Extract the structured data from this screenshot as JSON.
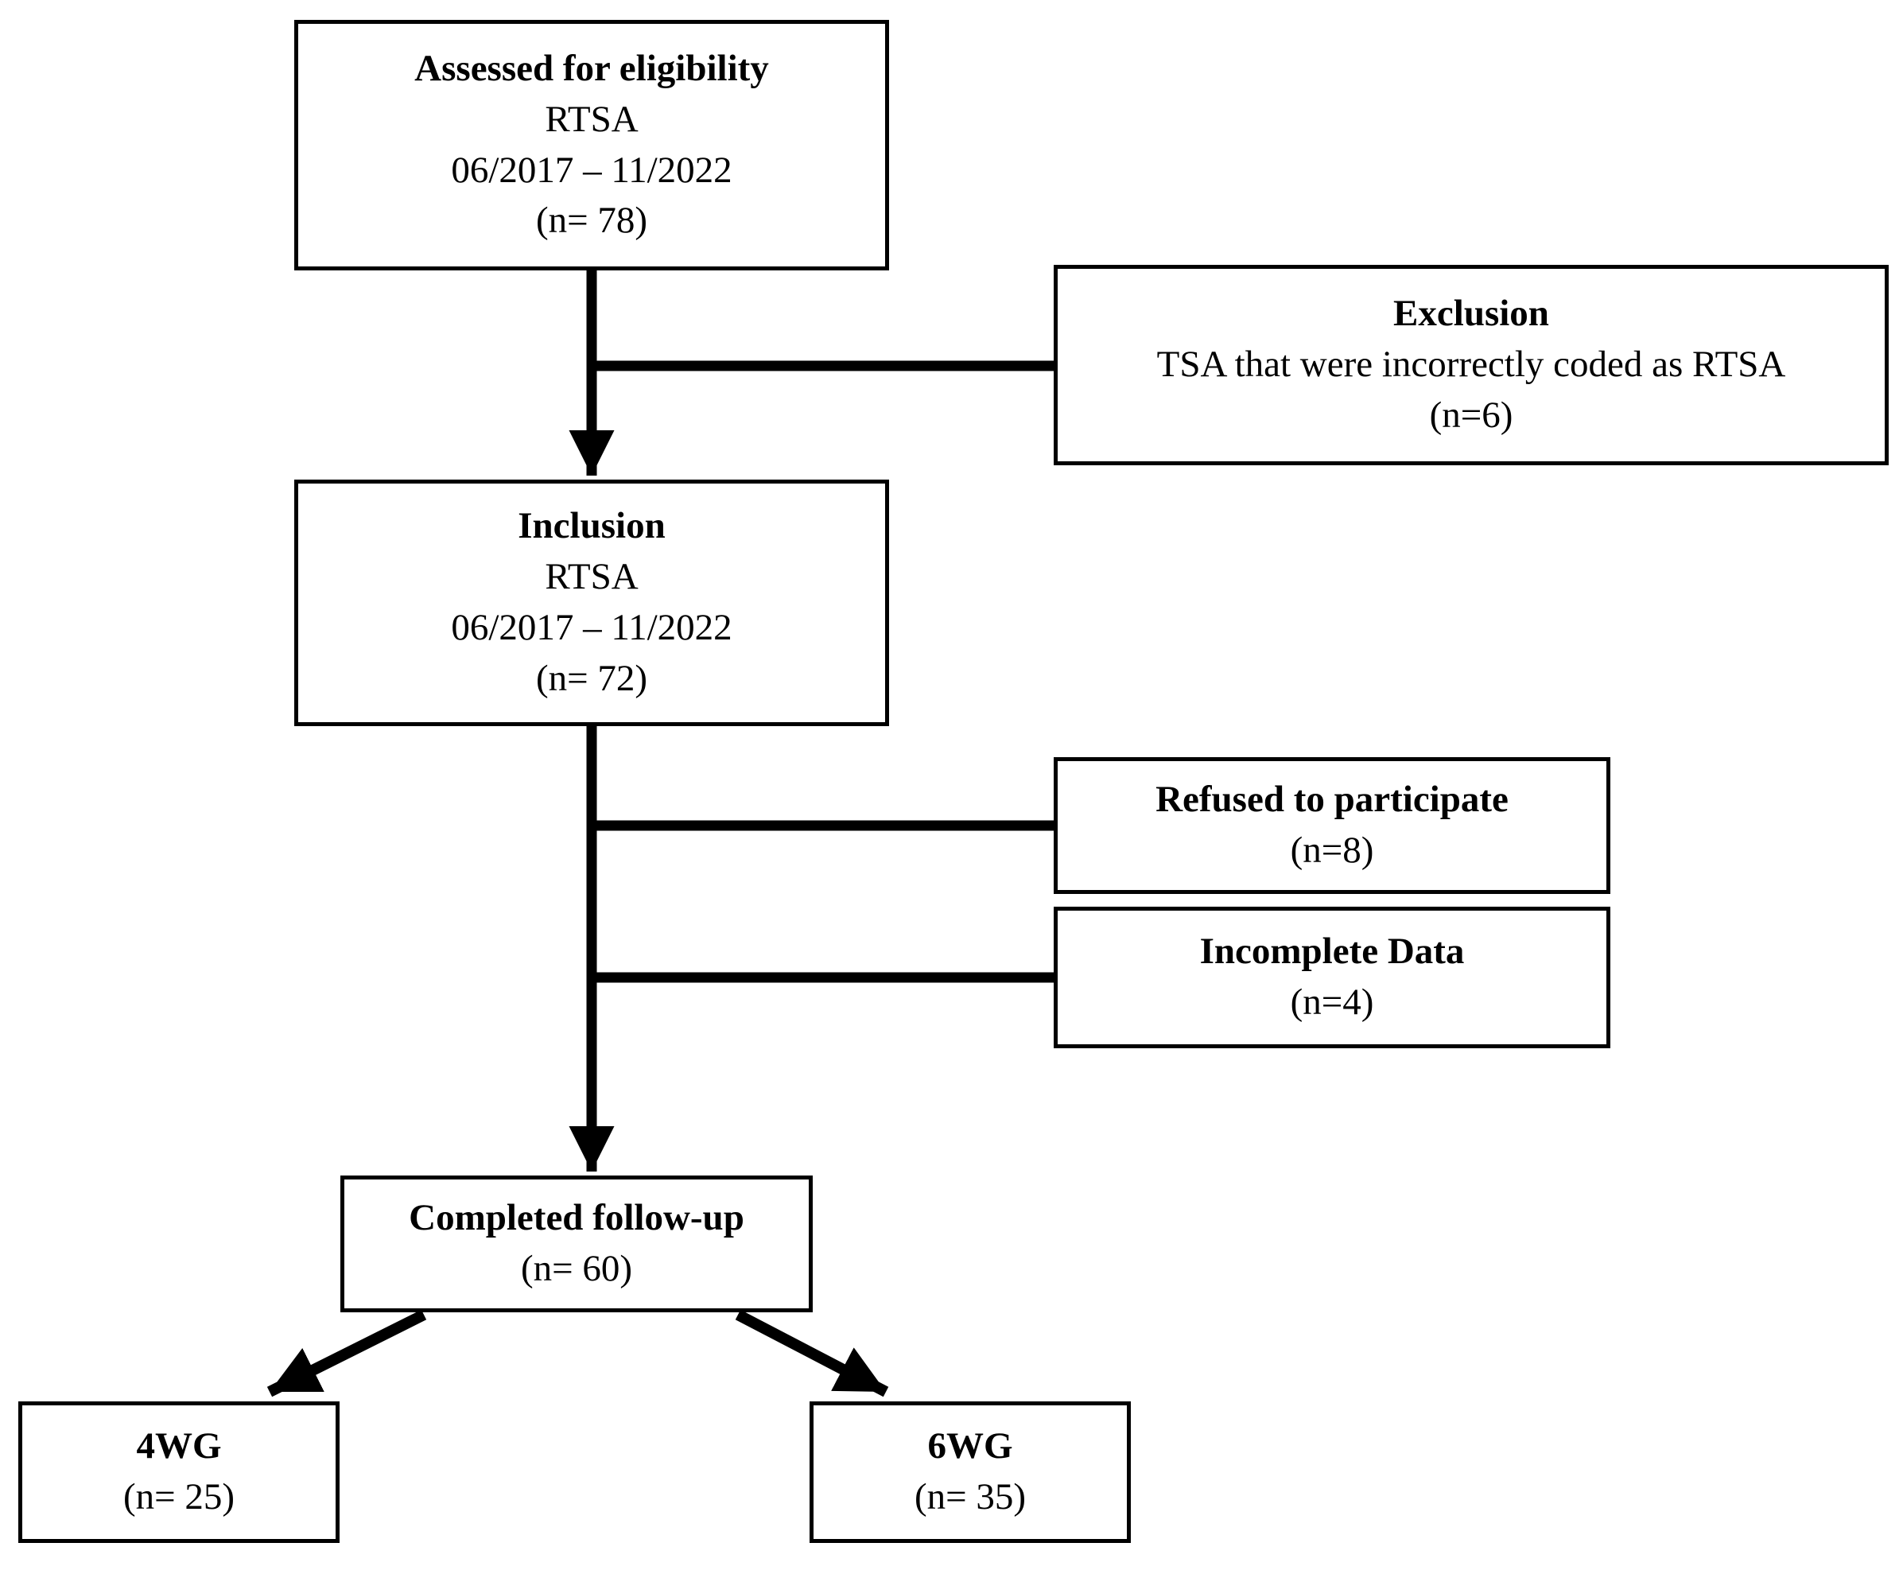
{
  "diagram": {
    "type": "flowchart",
    "colors": {
      "background": "#ffffff",
      "box_border": "#000000",
      "line": "#000000",
      "text": "#000000"
    },
    "nodes": {
      "assessed": {
        "title": "Assessed for eligibility",
        "line2": "RTSA",
        "line3": "06/2017 – 11/2022",
        "n": "(n= 78)"
      },
      "exclusion": {
        "title": "Exclusion",
        "line2": "TSA that were incorrectly coded as RTSA",
        "n": "(n=6)"
      },
      "inclusion": {
        "title": "Inclusion",
        "line2": "RTSA",
        "line3": "06/2017 – 11/2022",
        "n": "(n= 72)"
      },
      "refused": {
        "title": "Refused to participate",
        "n": "(n=8)"
      },
      "incomplete": {
        "title": "Incomplete Data",
        "n": "(n=4)"
      },
      "completed": {
        "title": "Completed follow-up",
        "n": "(n= 60)"
      },
      "group4wg": {
        "title": "4WG",
        "n": "(n= 25)"
      },
      "group6wg": {
        "title": "6WG",
        "n": "(n= 35)"
      }
    },
    "edges": [
      {
        "from": "assessed",
        "to": "inclusion",
        "arrow": true
      },
      {
        "from": "assessed",
        "to": "exclusion",
        "arrow": false
      },
      {
        "from": "inclusion",
        "to": "completed",
        "arrow": true
      },
      {
        "from": "inclusion",
        "to": "refused",
        "arrow": false
      },
      {
        "from": "inclusion",
        "to": "incomplete",
        "arrow": false
      },
      {
        "from": "completed",
        "to": "group4wg",
        "arrow": true
      },
      {
        "from": "completed",
        "to": "group6wg",
        "arrow": true
      }
    ]
  }
}
